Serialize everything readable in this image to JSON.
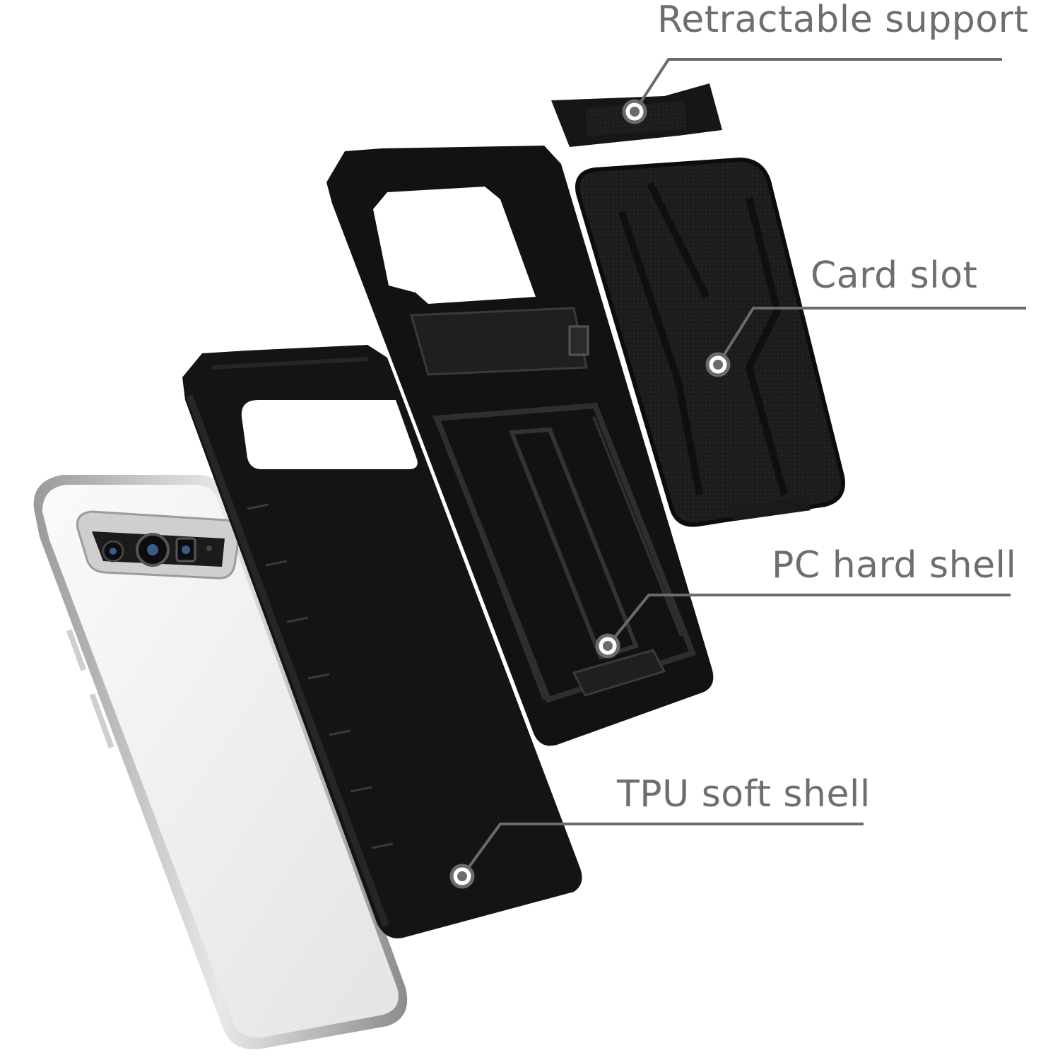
{
  "callouts": {
    "support": "Retractable support",
    "card": "Card slot",
    "pc": "PC hard shell",
    "tpu": "TPU soft shell"
  },
  "colors": {
    "background": "#ffffff",
    "callout_text": "#6e6e6e",
    "callout_line": "#6b6b6b",
    "case_black": "#141414",
    "phone_white": "#efefef"
  }
}
